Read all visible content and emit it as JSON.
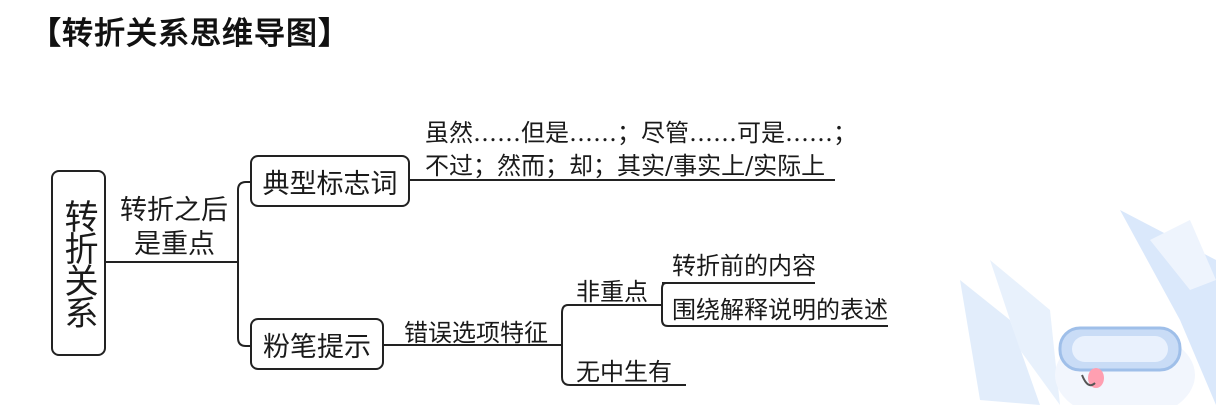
{
  "title": "【转折关系思维导图】",
  "mindmap": {
    "root": "转折关系",
    "root_note_line1": "转折之后",
    "root_note_line2": "是重点",
    "branch1": {
      "label": "典型标志词",
      "line1": "虽然……但是……；尽管……可是……；",
      "line2": "不过；然而；却；其实/事实上/实际上"
    },
    "branch2": {
      "label": "粉笔提示",
      "sub_label": "错误选项特征",
      "nonkey": "非重点",
      "nonkey_item1": "转折前的内容",
      "nonkey_item2": "围绕解释说明的表述",
      "fabricated": "无中生有"
    }
  },
  "colors": {
    "line": "#222222",
    "deco": "#cfe0f7"
  }
}
